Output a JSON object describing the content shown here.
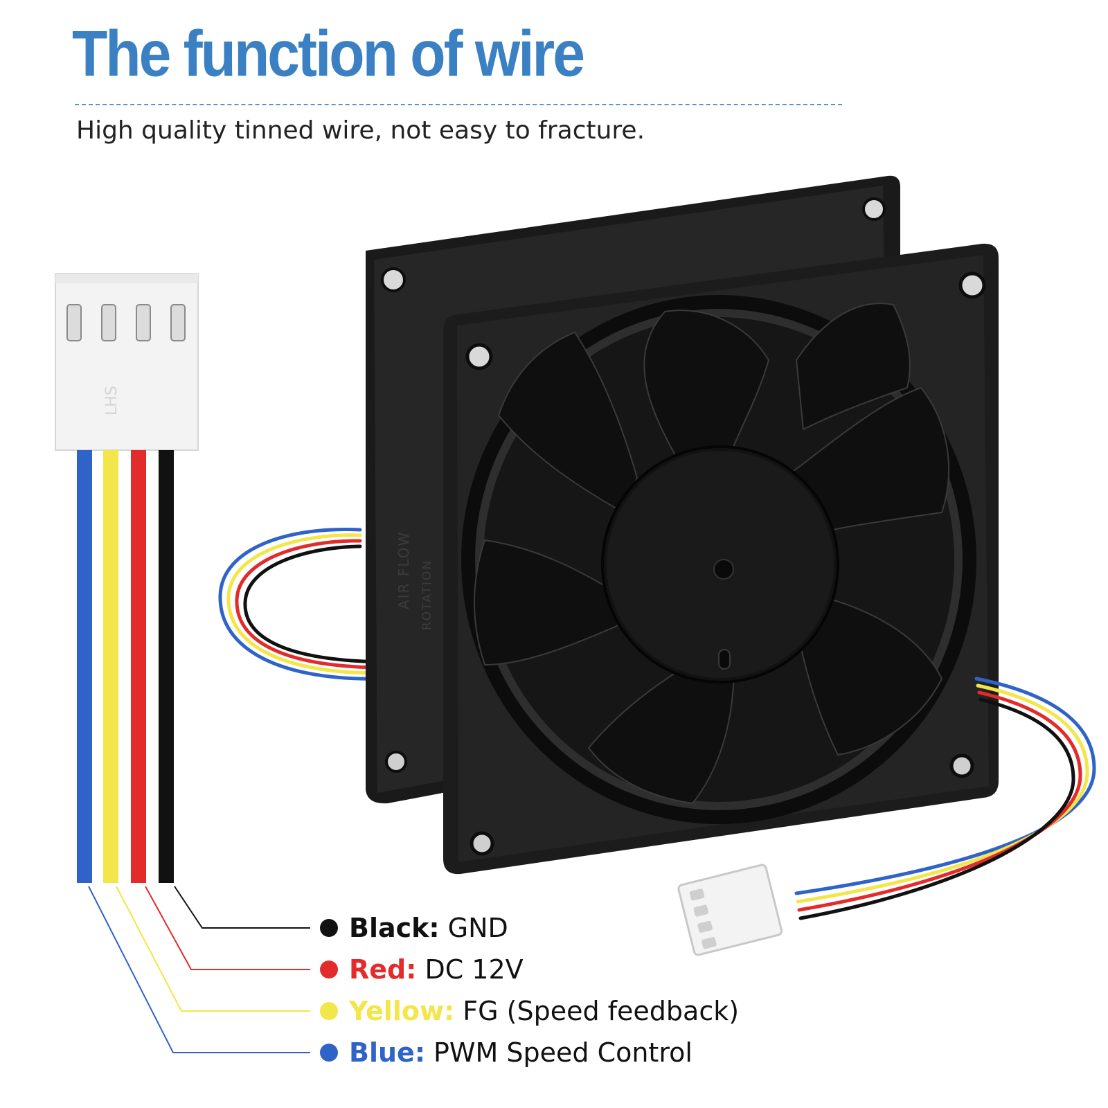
{
  "header": {
    "title": "The function of wire",
    "subtitle": "High quality tinned wire, not easy to fracture."
  },
  "fan": {
    "side_label_1": "AIR FLOW",
    "side_label_2": "ROTATION",
    "connector_mark": "LHS"
  },
  "legend": [
    {
      "name": "Black:",
      "desc": "GND",
      "color": "#111111"
    },
    {
      "name": "Red:",
      "desc": "DC 12V",
      "color": "#e32b2b"
    },
    {
      "name": "Yellow:",
      "desc": "FG (Speed feedback)",
      "color": "#f2e64a"
    },
    {
      "name": "Blue:",
      "desc": "PWM Speed Control",
      "color": "#2f63c8"
    }
  ],
  "colors": {
    "title": "#3a80c3",
    "fan_body": "#1c1c1c",
    "connector": "#f3f3f3"
  }
}
